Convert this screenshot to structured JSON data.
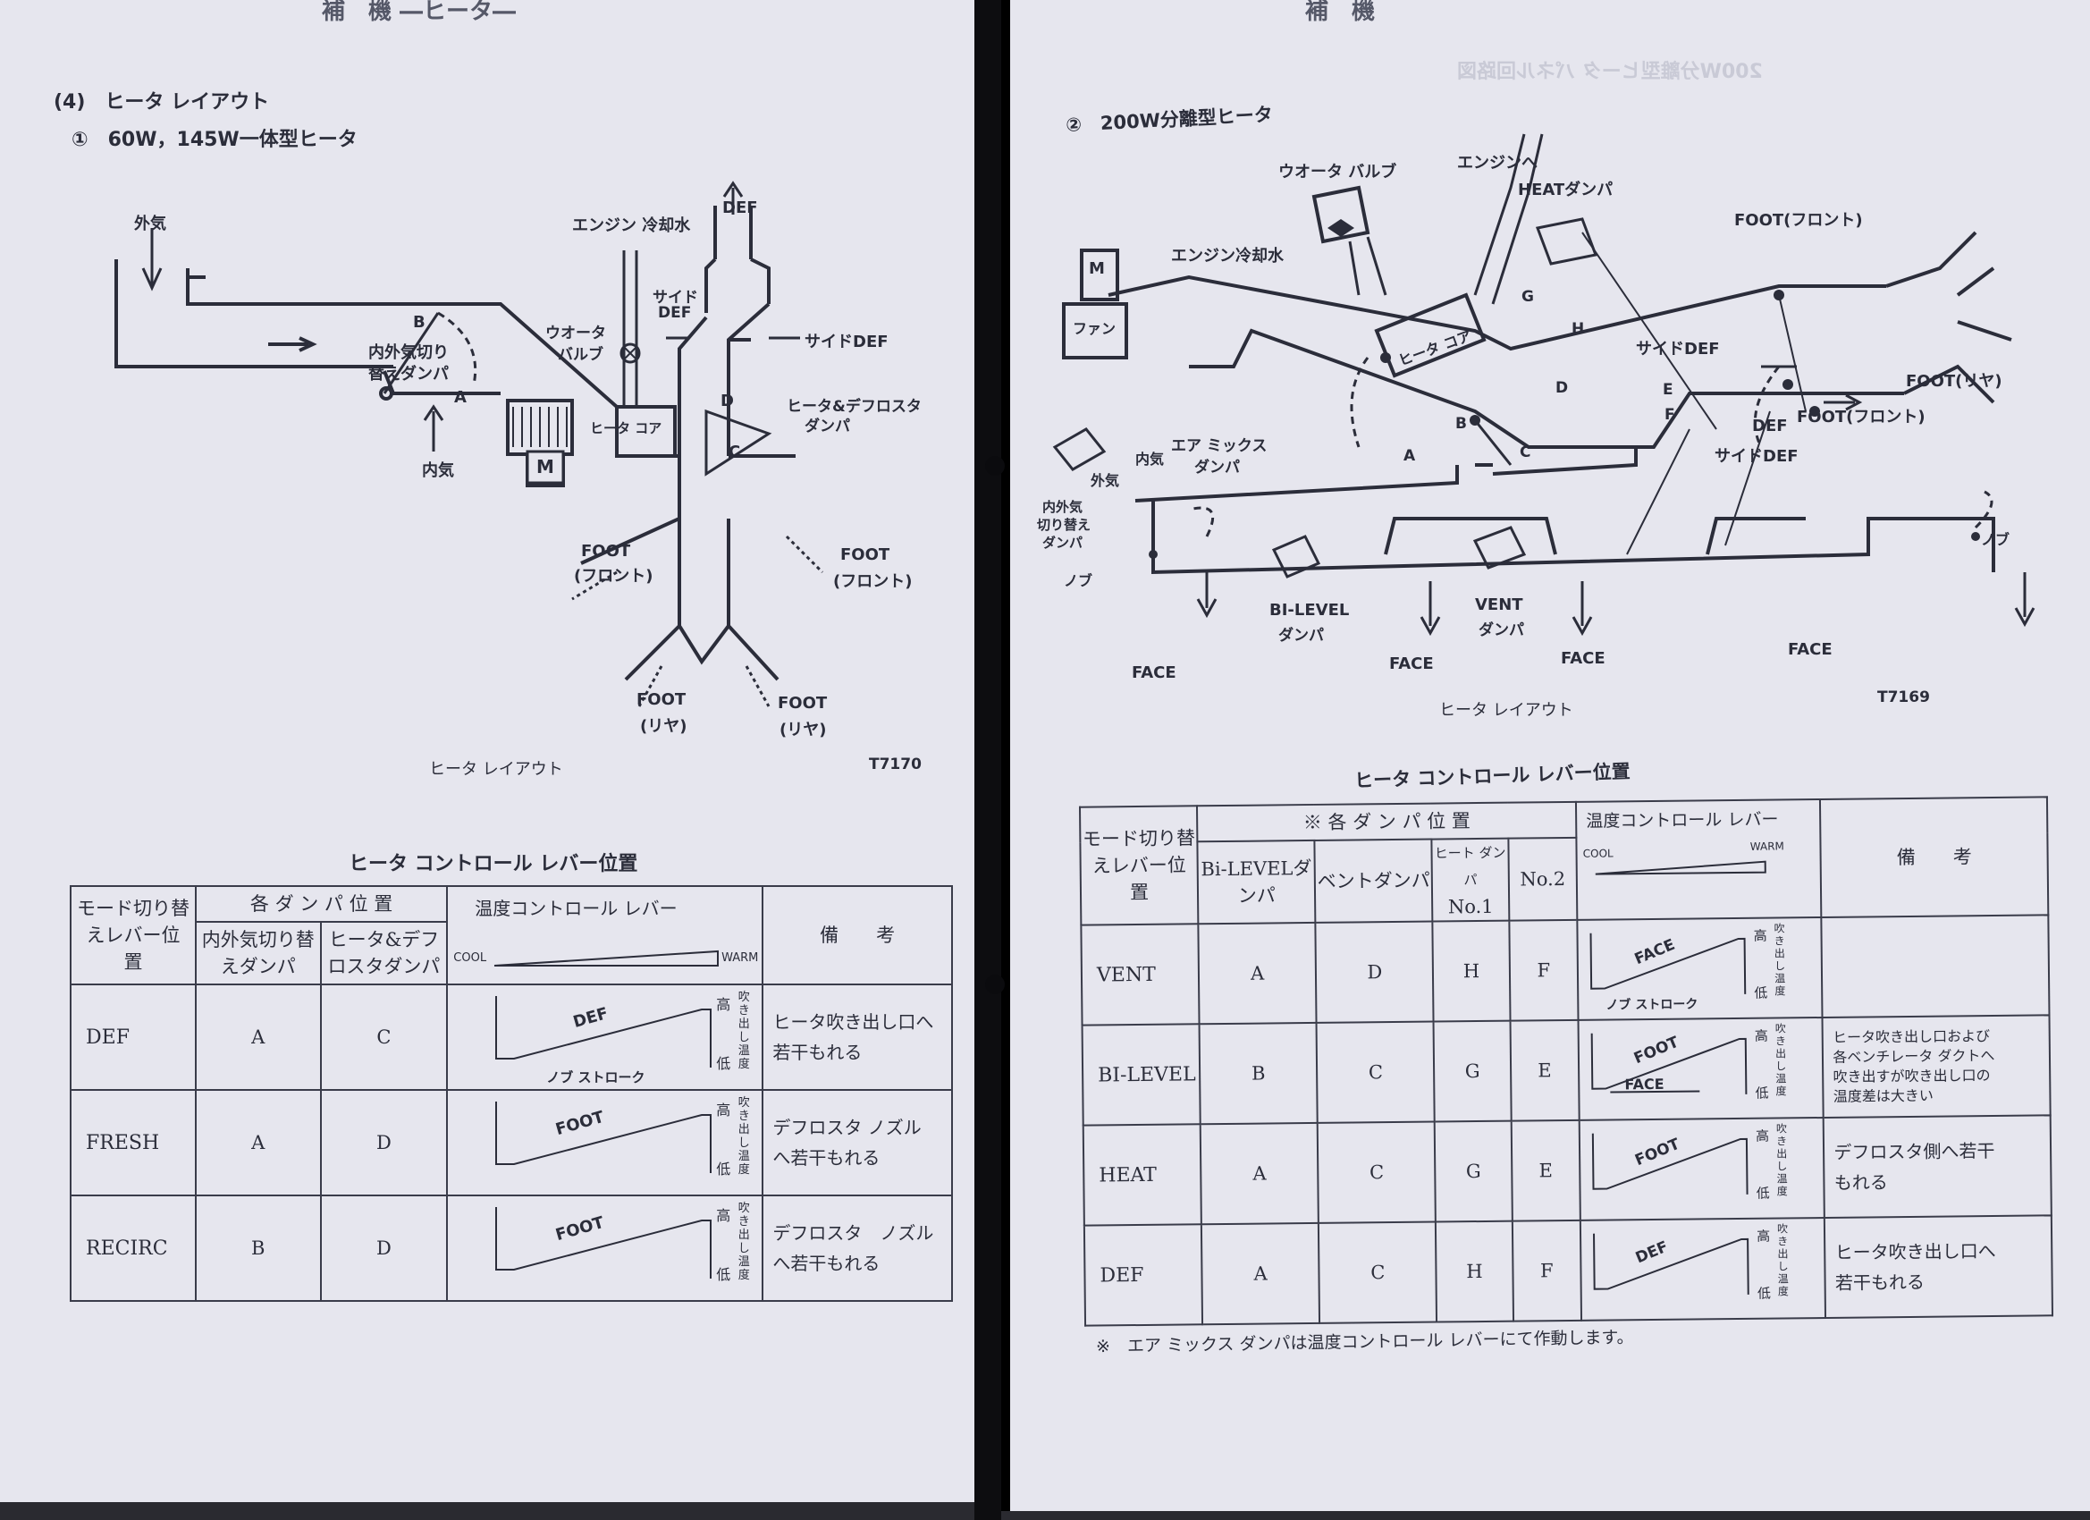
{
  "left_page": {
    "running_header": "補　機 ―ヒータ―",
    "section_title": "(4)　ヒータ レイアウト",
    "subsection_title": "①　60W，145W一体型ヒータ",
    "diagram": {
      "labels": {
        "outside_air": "外気",
        "engine_coolant": "エンジン 冷却水",
        "def": "DEF",
        "side_def_1": "サイド",
        "side_def_2": "DEF",
        "side_def_right": "サイドDEF",
        "water_valve_1": "ウオータ",
        "water_valve_2": "バルブ",
        "damper_switch_1": "内外気切り",
        "damper_switch_2": "替えダンパ",
        "heater_core": "ヒータ コア",
        "heater_defroster_1": "ヒータ&デフロスタ",
        "heater_defroster_2": "ダンパ",
        "inside_air": "内気",
        "motor": "M",
        "point_a": "A",
        "point_b": "B",
        "point_c": "C",
        "point_d": "D",
        "foot_front_l1": "FOOT",
        "foot_front_l2": "(フロント)",
        "foot_front_r1": "FOOT",
        "foot_front_r2": "(フロント)",
        "foot_rear_l1": "FOOT",
        "foot_rear_l2": "(リヤ)",
        "foot_rear_r1": "FOOT",
        "foot_rear_r2": "(リヤ)"
      },
      "caption": "ヒータ レイアウト",
      "code": "T7170"
    },
    "table_title": "ヒータ コントロール レバー位置",
    "table": {
      "headers": {
        "mode": "モード切り替えレバー位　　置",
        "damper_group": "各 ダ ン パ 位 置",
        "damper_1": "内外気切り替えダンパ",
        "damper_2": "ヒータ&デフロスタダンパ",
        "temp_lever": "温度コントロール レバー",
        "cool": "COOL",
        "warm": "WARM",
        "remarks": "備　　考"
      },
      "rows": [
        {
          "mode": "DEF",
          "d1": "A",
          "d2": "C",
          "curve": "DEF",
          "stroke": "ノブ ストローク",
          "note_1": "ヒータ吹き出し口へ",
          "note_2": "若干もれる"
        },
        {
          "mode": "FRESH",
          "d1": "A",
          "d2": "D",
          "curve": "FOOT",
          "stroke": "",
          "note_1": "デフロスタ ノズル",
          "note_2": "へ若干もれる"
        },
        {
          "mode": "RECIRC",
          "d1": "B",
          "d2": "D",
          "curve": "FOOT",
          "stroke": "",
          "note_1": "デフロスタ　ノズル",
          "note_2": "へ若干もれる"
        }
      ],
      "axis_high": "高",
      "axis_low": "低",
      "axis_label": "吹き出し温度"
    }
  },
  "right_page": {
    "running_header": "補　機",
    "ghost_header": "200W分離型ヒータ パネル回路図",
    "subsection_title": "②　200W分離型ヒータ",
    "diagram": {
      "labels": {
        "engine_to": "エンジンへ",
        "water_valve": "ウオータ バルブ",
        "heat_damper": "HEATダンパ",
        "engine_coolant": "エンジン冷却水",
        "foot_front_top": "FOOT(フロント)",
        "motor": "M",
        "fan": "ファン",
        "heater_core": "ヒータ コア",
        "side_def": "サイドDEF",
        "foot_rear": "FOOT(リヤ)",
        "foot_front_mid": "FOOT(フロント)",
        "def": "DEF",
        "side_def_2": "サイドDEF",
        "air_mix_1": "エア ミックス",
        "air_mix_2": "ダンパ",
        "inside_air": "内気",
        "outside_air": "外気",
        "switch_damper_1": "内外気",
        "switch_damper_2": "切り替え",
        "switch_damper_3": "ダンパ",
        "knob_l": "ノブ",
        "knob_r": "ノブ",
        "bilevel_1": "BI-LEVEL",
        "bilevel_2": "ダンパ",
        "vent_1": "VENT",
        "vent_2": "ダンパ",
        "face_1": "FACE",
        "face_2": "FACE",
        "face_3": "FACE",
        "face_4": "FACE",
        "pt_a": "A",
        "pt_b": "B",
        "pt_c": "C",
        "pt_d": "D",
        "pt_e": "E",
        "pt_f": "F",
        "pt_g": "G",
        "pt_h": "H"
      },
      "caption": "ヒータ レイアウト",
      "code": "T7169"
    },
    "table_title": "ヒータ コントロール レバー位置",
    "table": {
      "headers": {
        "mode": "モード切り替えレバー位　　置",
        "damper_group": "※ 各 ダ ン パ 位 置",
        "bilevel": "Bi-LEVELダンパ",
        "vent": "ベントダンパ",
        "heat_damper": "ヒート ダンパ",
        "no1": "No.1",
        "no2": "No.2",
        "temp_lever": "温度コントロール レバー",
        "cool": "COOL",
        "warm": "WARM",
        "remarks": "備　　考"
      },
      "rows": [
        {
          "mode": "VENT",
          "bl": "A",
          "vent": "D",
          "no1": "H",
          "no2": "F",
          "curve": "FACE",
          "curve2": "",
          "stroke": "ノブ ストローク",
          "note_1": "",
          "note_2": "",
          "note_3": "",
          "note_4": ""
        },
        {
          "mode": "BI-LEVEL",
          "bl": "B",
          "vent": "C",
          "no1": "G",
          "no2": "E",
          "curve": "FOOT",
          "curve2": "FACE",
          "stroke": "",
          "note_1": "ヒータ吹き出し口および",
          "note_2": "各ベンチレータ ダクトへ",
          "note_3": "吹き出すが吹き出し口の",
          "note_4": "温度差は大きい"
        },
        {
          "mode": "HEAT",
          "bl": "A",
          "vent": "C",
          "no1": "G",
          "no2": "E",
          "curve": "FOOT",
          "curve2": "",
          "stroke": "",
          "note_1": "デフロスタ側へ若干",
          "note_2": "もれる",
          "note_3": "",
          "note_4": ""
        },
        {
          "mode": "DEF",
          "bl": "A",
          "vent": "C",
          "no1": "H",
          "no2": "F",
          "curve": "DEF",
          "curve2": "",
          "stroke": "",
          "note_1": "ヒータ吹き出し口へ",
          "note_2": "若干もれる",
          "note_3": "",
          "note_4": ""
        }
      ],
      "axis_high": "高",
      "axis_low": "低",
      "axis_label": "吹き出し温度"
    },
    "footnote": "※　エア ミックス ダンパは温度コントロール レバーにて作動します。"
  }
}
